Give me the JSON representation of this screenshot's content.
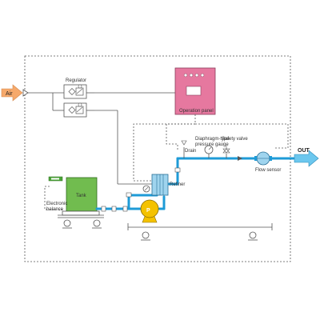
{
  "labels": {
    "air": "Air",
    "regulator": "Regulator",
    "operation_panel": "Operation panel",
    "tank": "Tank",
    "electronic_balance_line1": "Electronic",
    "electronic_balance_line2": "balance",
    "refiner": "Refiner",
    "drain": "Drain",
    "gauge_line1": "Diaphragm-type",
    "gauge_line2": "pressure gauge",
    "safety_valve": "Safety valve",
    "flow_sensor": "Flow sensor",
    "out": "OUT",
    "pump": "P"
  },
  "colors": {
    "air_arrow": "#f6a96b",
    "out_arrow": "#6cc7ee",
    "operation_panel": "#e6789f",
    "tank": "#71bc4f",
    "pump": "#f4c200",
    "pipe": "#1e9bd7",
    "balance_display": "#4ca63a"
  }
}
